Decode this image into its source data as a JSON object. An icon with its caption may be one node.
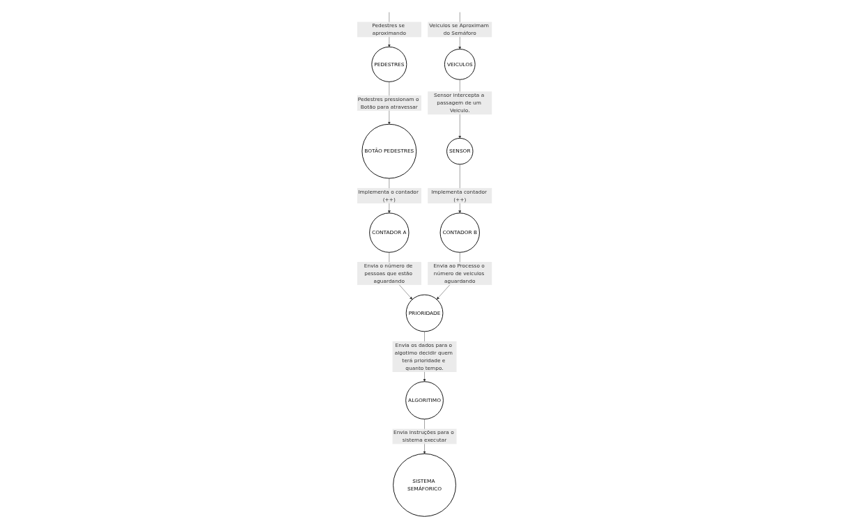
{
  "diagram": {
    "nodes": [
      {
        "text": [
          "BOTÃO PEDESTRES"
        ]
      },
      {
        "text": [
          "CONTADOR A"
        ]
      },
      {
        "text": [
          "CONTADOR B"
        ]
      },
      {
        "text": [
          "SENSOR"
        ]
      },
      {
        "text": [
          "PEDESTRES"
        ]
      },
      {
        "text": [
          "PRIORIDADE"
        ]
      },
      {
        "text": [
          "VEICULOS"
        ]
      },
      {
        "text": [
          "ALGORITIMO"
        ]
      },
      {
        "text": [
          "SISTEMA SEMÁFORICO"
        ]
      }
    ],
    "edges": [
      {
        "from": null,
        "to": 4,
        "arrow": "to",
        "label": "Pedestres se aproximando"
      },
      {
        "from": 4,
        "to": 0,
        "arrow": "to",
        "label": "Pedestres pressionam o Botão para atravessar"
      },
      {
        "from": 0,
        "to": 1,
        "arrow": "to",
        "label": "Implementa o contador (++)"
      },
      {
        "from": 3,
        "to": 2,
        "arrow": "to",
        "label": "Implementa contador (++)"
      },
      {
        "from": 6,
        "to": 3,
        "arrow": "to",
        "label": "Sensor intercepta a passagem de um Veiculo."
      },
      {
        "from": null,
        "to": 6,
        "arrow": "to",
        "label": "Veiculos se Aproximam do Semáforo"
      },
      {
        "from": 1,
        "to": 5,
        "arrow": "to",
        "label": "Envia o número de pessoas que estão aguardando"
      },
      {
        "from": 2,
        "to": 5,
        "arrow": "to",
        "label": "Envia ao Processo o número de veiculos aguardando"
      },
      {
        "from": 5,
        "to": 7,
        "arrow": "to",
        "label": "Envia os dados para o algotimo decidir quem terá prioridade e quanto tempo."
      },
      {
        "from": 7,
        "to": 8,
        "arrow": "to",
        "label": "Envia instruções para o sistema executar"
      }
    ]
  }
}
